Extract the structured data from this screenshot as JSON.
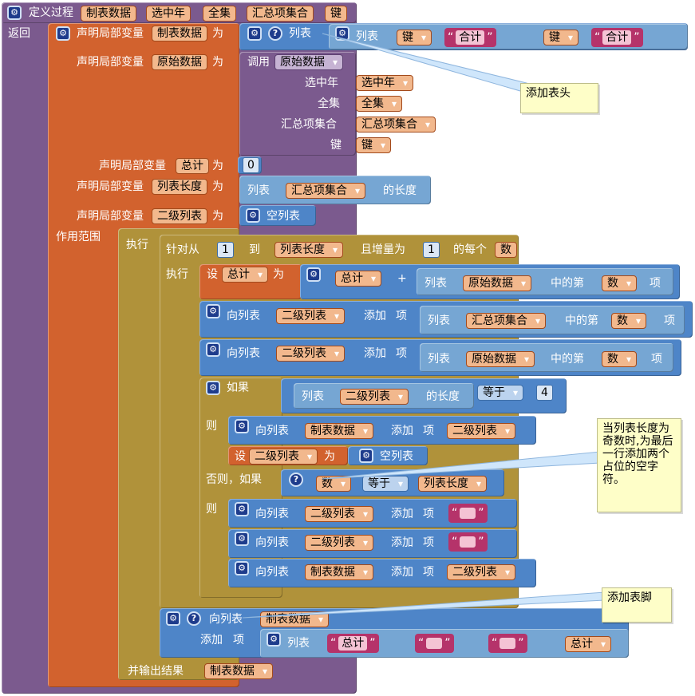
{
  "procedure": {
    "define_label": "定义过程",
    "name": "制表数据",
    "params": [
      "选中年",
      "全集",
      "汇总项集合",
      "键"
    ],
    "return_label": "返回"
  },
  "labels": {
    "declare_local": "声明局部变量",
    "as": "为",
    "list": "列表",
    "call": "调用",
    "length_of": "的长度",
    "empty_list": "空列表",
    "scope": "作用范围",
    "do": "执行",
    "for_from": "针对从",
    "to": "到",
    "step": "且增量为",
    "each": "的每个",
    "set": "设",
    "plus": "+",
    "in_list_index": "中的第",
    "item": "项",
    "to_list": "向列表",
    "add": "添加",
    "if": "如果",
    "then": "则",
    "else_if": "否则，如果",
    "equals": "等于",
    "and_output": "并输出结果"
  },
  "vars": {
    "table_data": "制表数据",
    "raw_data": "原始数据",
    "total": "总计",
    "list_len": "列表长度",
    "second_list": "二级列表",
    "num": "数",
    "key": "键",
    "year": "选中年",
    "all_set": "全集",
    "summary_set": "汇总项集合"
  },
  "strings": {
    "heji": "合计",
    "zongji": "总计"
  },
  "numbers": {
    "zero": "0",
    "one": "1",
    "four": "4"
  },
  "comments": {
    "header": "添加表头",
    "odd": "当列表长度为奇数时,为最后一行添加两个占位的空字符。",
    "footer": "添加表脚"
  },
  "colors": {
    "procedure": "#7b5a8e",
    "variable": "#d2622e",
    "control": "#b0923a",
    "list": "#76a6d3",
    "text": "#b5336a",
    "comment": "#fefec8"
  }
}
